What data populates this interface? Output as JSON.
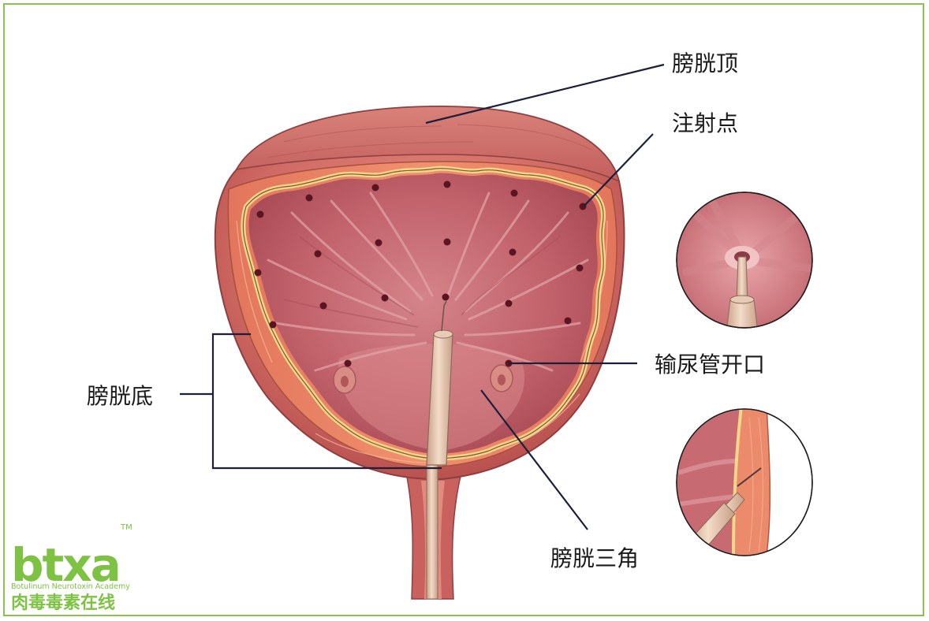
{
  "labels": {
    "dome": "膀胱顶",
    "injection": "注射点",
    "ureter": "输尿管开口",
    "base": "膀胱底",
    "trigone": "膀胱三角"
  },
  "logo": {
    "mark": "btxa",
    "tm": "TM",
    "subtitle": "Botulinum Neurotoxin Academy",
    "chinese": "肉毒毒素在线"
  },
  "colors": {
    "frame": "#8cc152",
    "logo": "#7dc242",
    "leader": "#1c1f3a",
    "wall_outer": "#d4706a",
    "lumen": "#c05c66",
    "dot": "#5a1520"
  }
}
